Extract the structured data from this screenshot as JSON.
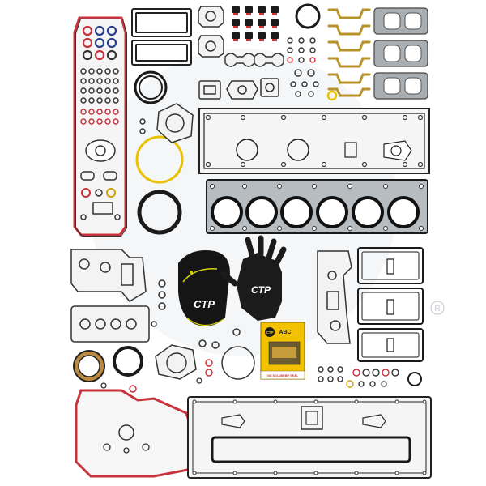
{
  "product": {
    "cap_logo": "CTP",
    "glove_logo": "CTP",
    "booklet_brand": "CTP",
    "booklet_heading": "ABC",
    "booklet_footer": "NO SOLUBRIEF SEAL",
    "registered_mark": "R"
  },
  "colors": {
    "background": "#ffffff",
    "gasket_outline": "#2a2a2a",
    "gasket_fill": "#f4f4f4",
    "red_seal": "#c8323c",
    "yellow_ring": "#e8c100",
    "black_ring": "#1a1a1a",
    "metal_plate": "#9ea4aa",
    "cap_black": "#151515",
    "cap_accent": "#d6d200",
    "booklet_yellow": "#f2c200"
  }
}
